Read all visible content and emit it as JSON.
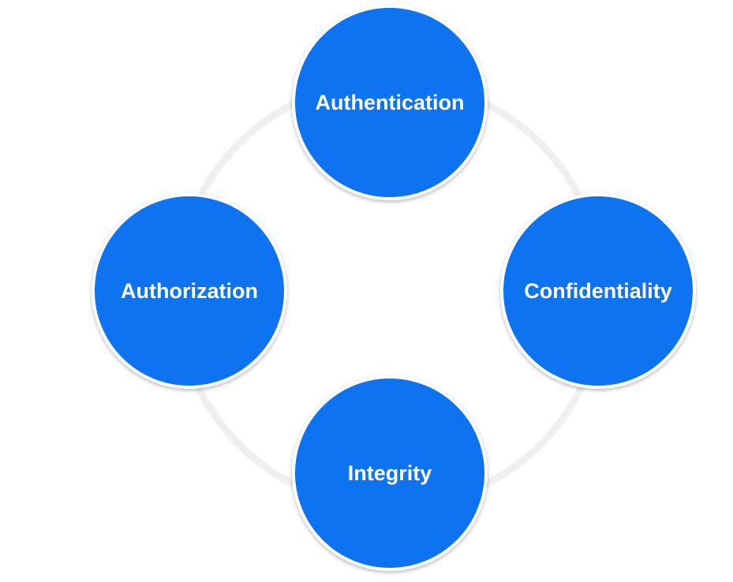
{
  "diagram": {
    "nodes": [
      {
        "id": "authentication",
        "label": "Authentication"
      },
      {
        "id": "confidentiality",
        "label": "Confidentiality"
      },
      {
        "id": "integrity",
        "label": "Integrity"
      },
      {
        "id": "authorization",
        "label": "Authorization"
      }
    ],
    "colors": {
      "node_fill": "#0a73f0",
      "node_border": "#ffffff",
      "ring": "#efefef",
      "label": "#ffffff"
    }
  }
}
